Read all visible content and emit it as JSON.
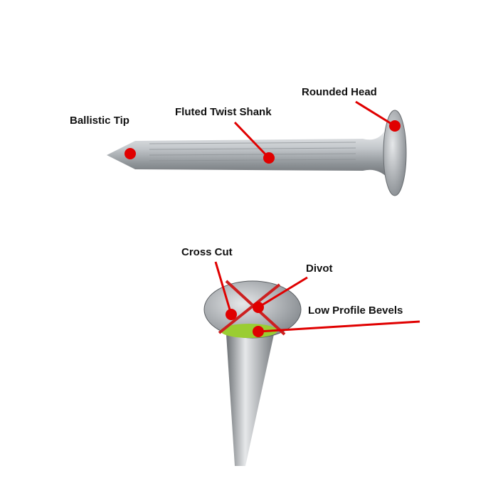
{
  "callouts": {
    "ballistic_tip": "Ballistic Tip",
    "fluted_twist_shank": "Fluted Twist Shank",
    "rounded_head": "Rounded Head",
    "cross_cut": "Cross Cut",
    "divot": "Divot",
    "low_profile_bevels": "Low Profile Bevels"
  },
  "colors": {
    "marker": "#e00000",
    "metal": "#b8bcc0",
    "bevel": "#9acd32"
  }
}
